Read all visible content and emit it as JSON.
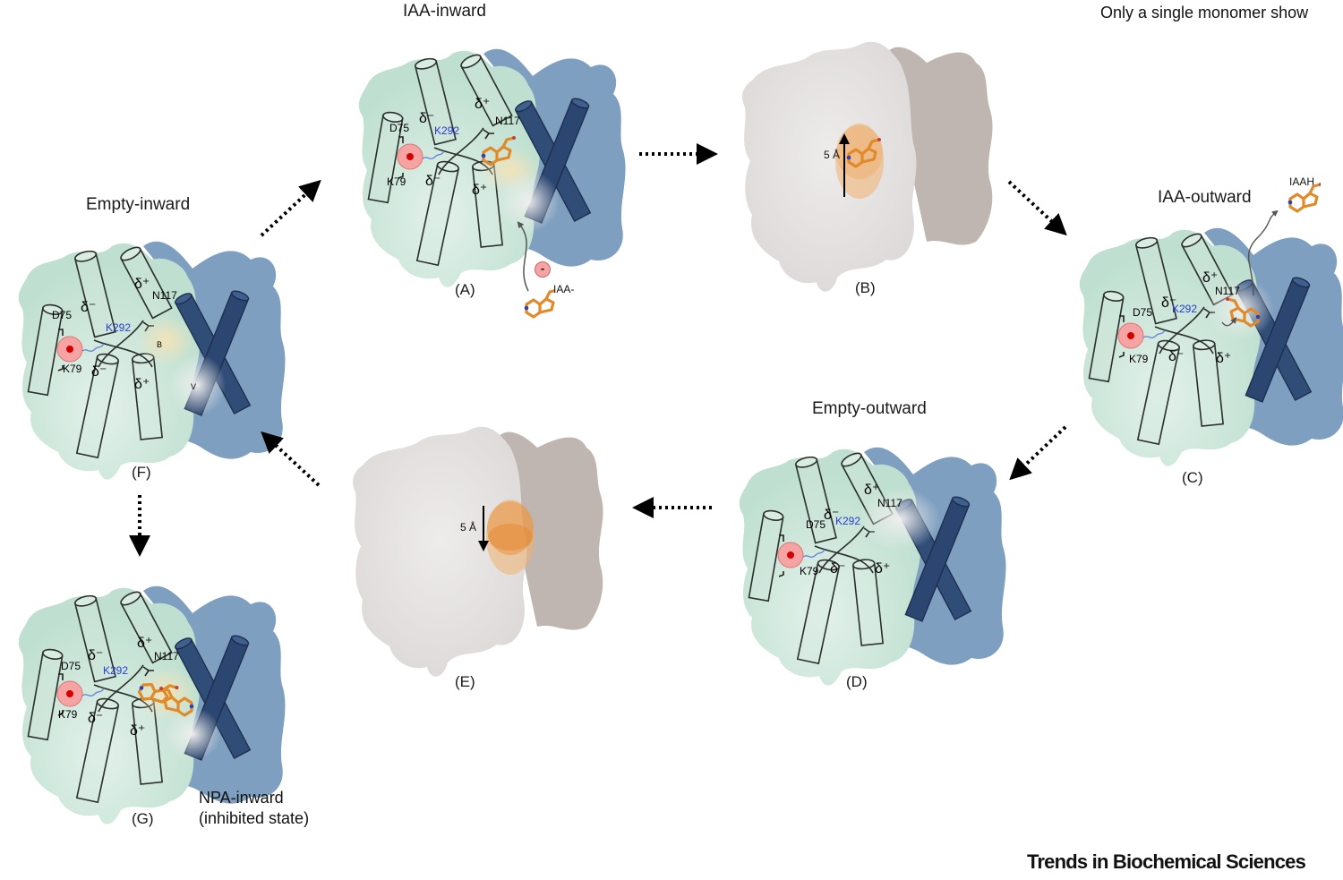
{
  "header": {
    "note": "Only a single monomer show"
  },
  "footer": {
    "journal": "Trends in Biochemical Sciences"
  },
  "colors": {
    "scaffold_green": "#c7e3d6",
    "dimer_blue": "#7e9fbf",
    "dimer_cylinder": "#2e4a72",
    "substrate_orange": "#e08a2a",
    "charge_red": "#f5a5a5",
    "residue_blue": "#2a3bd0",
    "grey_shape": "#e3e1e0",
    "grey_shape_dark": "#bfb6b2"
  },
  "states": [
    {
      "id": "A",
      "label": "(A)",
      "title": "IAA-inward",
      "ligand_label": "IAA-",
      "ligand_charge": "-"
    },
    {
      "id": "B",
      "label": "(B)",
      "distance": "5 Å",
      "direction": "up"
    },
    {
      "id": "C",
      "label": "(C)",
      "title": "IAA-outward",
      "ligand_label": "IAAH"
    },
    {
      "id": "D",
      "label": "(D)",
      "title": "Empty-outward"
    },
    {
      "id": "E",
      "label": "(E)",
      "distance": "5 Å",
      "direction": "down"
    },
    {
      "id": "F",
      "label": "(F)",
      "title": "Empty-inward",
      "pocket_labels": [
        "B",
        "V"
      ]
    },
    {
      "id": "G",
      "label": "(G)",
      "title": "NPA-inward",
      "subtitle": "(inhibited state)"
    }
  ],
  "residues": {
    "d75": "D75",
    "k292": "K292",
    "n117": "N117",
    "k79": "K79",
    "delta_minus": "δ⁻",
    "delta_plus": "δ⁺"
  },
  "arrows": [
    {
      "from": "A",
      "to": "B",
      "style": "dotted"
    },
    {
      "from": "B",
      "to": "C",
      "style": "dotted"
    },
    {
      "from": "C",
      "to": "D",
      "style": "dotted"
    },
    {
      "from": "D",
      "to": "E",
      "style": "dotted"
    },
    {
      "from": "E",
      "to": "F",
      "style": "dotted"
    },
    {
      "from": "F",
      "to": "A",
      "style": "dotted"
    },
    {
      "from": "F",
      "to": "G",
      "style": "dotted"
    }
  ]
}
